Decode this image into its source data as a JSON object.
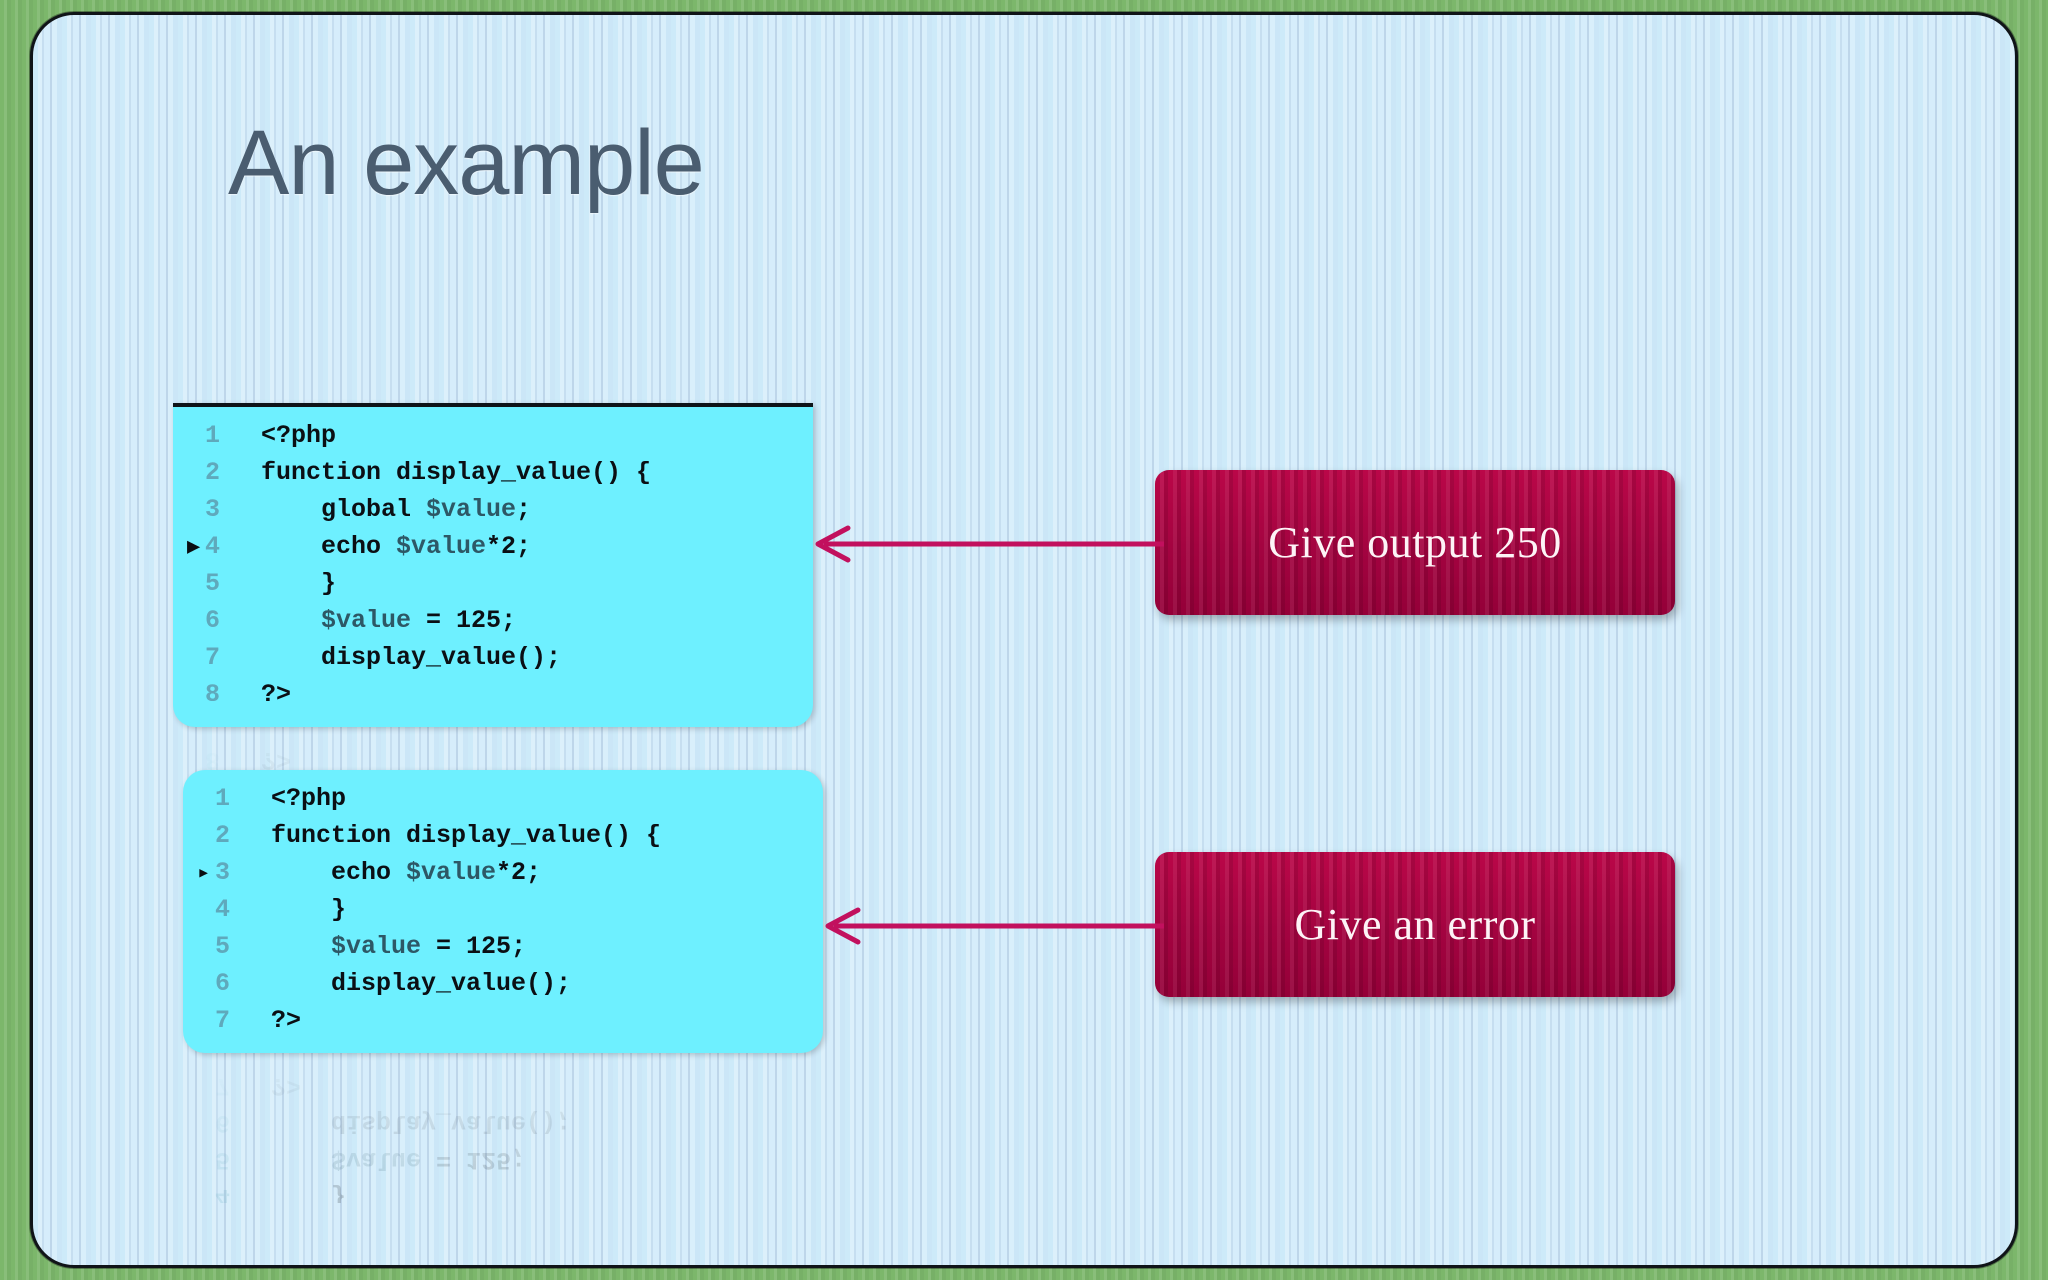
{
  "slide": {
    "title": "An example",
    "frame_border_color": "#101418",
    "outer_background_color": "#7cb76b",
    "slide_background_color": "#cfeafa"
  },
  "code_blocks": [
    {
      "name": "php-example-with-global",
      "background_color": "#6ef0ff",
      "lines": [
        {
          "num": "1",
          "marker": "",
          "text": "<?php"
        },
        {
          "num": "2",
          "marker": "",
          "text": "function display_value() {"
        },
        {
          "num": "3",
          "marker": "",
          "text": "    global $value;"
        },
        {
          "num": "4",
          "marker": "▶",
          "text": "    echo $value*2;"
        },
        {
          "num": "5",
          "marker": "",
          "text": "    }"
        },
        {
          "num": "6",
          "marker": "",
          "text": "    $value = 125;"
        },
        {
          "num": "7",
          "marker": "",
          "text": "    display_value();"
        },
        {
          "num": "8",
          "marker": "",
          "text": "?>"
        }
      ]
    },
    {
      "name": "php-example-without-global",
      "background_color": "#6ef0ff",
      "lines": [
        {
          "num": "1",
          "marker": "",
          "text": "<?php"
        },
        {
          "num": "2",
          "marker": "",
          "text": "function display_value() {"
        },
        {
          "num": "3",
          "marker": "▸",
          "text": "    echo $value*2;"
        },
        {
          "num": "4",
          "marker": "",
          "text": "    }"
        },
        {
          "num": "5",
          "marker": "",
          "text": "    $value = 125;"
        },
        {
          "num": "6",
          "marker": "",
          "text": "    display_value();"
        },
        {
          "num": "7",
          "marker": "",
          "text": "?>"
        }
      ]
    }
  ],
  "callouts": [
    {
      "name": "callout-give-output-250",
      "label": "Give output 250",
      "color": "#ab0442"
    },
    {
      "name": "callout-give-an-error",
      "label": "Give an error",
      "color": "#ab0442"
    }
  ],
  "arrows": [
    {
      "name": "arrow-to-first-code-block",
      "color": "#c2105e",
      "direction": "left"
    },
    {
      "name": "arrow-to-second-code-block",
      "color": "#c2105e",
      "direction": "left"
    }
  ]
}
